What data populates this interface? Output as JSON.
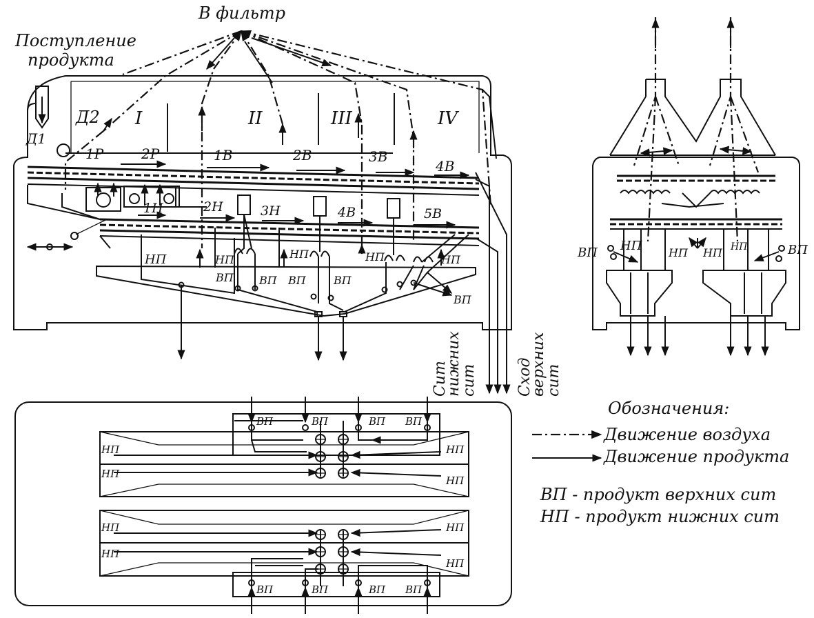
{
  "labels": {
    "to_filter": "В фильтр",
    "product_inlet_1": "Поступление",
    "product_inlet_2": "продукта",
    "d1": "Д1",
    "d2": "Д2",
    "sections": [
      "I",
      "II",
      "III",
      "IV"
    ],
    "upper_sieves": [
      "1Р",
      "2Р",
      "1В",
      "2В",
      "3В",
      "4В"
    ],
    "lower_sieves": [
      "1Н",
      "2Н",
      "3Н",
      "4В",
      "5В"
    ],
    "np": "НП",
    "vp": "ВП",
    "outlet_lower_1": "Сит",
    "outlet_lower_2": "нижних",
    "outlet_lower_3": "сит",
    "outlet_upper_1": "Сход",
    "outlet_upper_2": "верхних",
    "outlet_upper_3": "сит"
  },
  "legend": {
    "title": "Обозначения:",
    "air": "Движение воздуха",
    "product": "Движение продукта",
    "vp_def": "ВП - продукт верхних сит",
    "np_def": "НП - продукт нижних сит"
  }
}
